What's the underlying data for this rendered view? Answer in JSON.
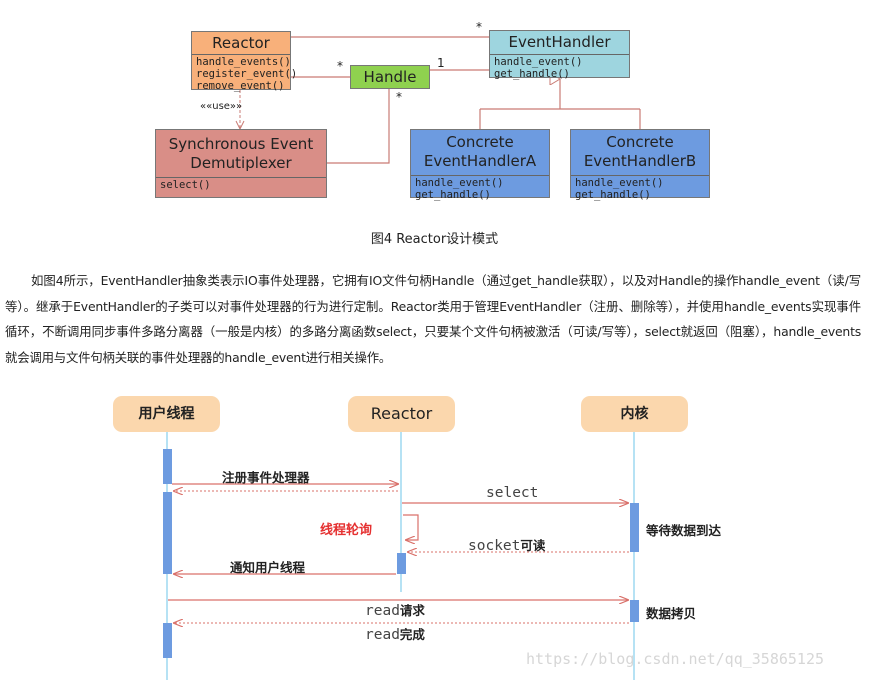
{
  "uml": {
    "reactor": {
      "name": "Reactor",
      "ops": [
        "handle_events()",
        "register_event()",
        "remove_event()"
      ]
    },
    "event_handler": {
      "name": "EventHandler",
      "ops": [
        "handle_event()",
        "get_handle()"
      ]
    },
    "handle": {
      "name": "Handle"
    },
    "demux": {
      "name_line1": "Synchronous Event",
      "name_line2": "Demutiplexer",
      "ops": [
        "select()"
      ]
    },
    "concrete_a": {
      "name_line1": "Concrete",
      "name_line2": "EventHandlerA",
      "ops": [
        "handle_event()",
        "get_handle()"
      ]
    },
    "concrete_b": {
      "name_line1": "Concrete",
      "name_line2": "EventHandlerB",
      "ops": [
        "handle_event()",
        "get_handle()"
      ]
    },
    "multiplicity": {
      "star": "*",
      "one": "1"
    },
    "use_label": "««use»»"
  },
  "caption": "图4  Reactor设计模式",
  "paragraph": "如图4所示，EventHandler抽象类表示IO事件处理器，它拥有IO文件句柄Handle（通过get_handle获取），以及对Handle的操作handle_event（读/写等）。继承于EventHandler的子类可以对事件处理器的行为进行定制。Reactor类用于管理EventHandler（注册、删除等），并使用handle_events实现事件循环，不断调用同步事件多路分离器（一般是内核）的多路分离函数select，只要某个文件句柄被激活（可读/写等），select就返回（阻塞），handle_events就会调用与文件句柄关联的事件处理器的handle_event进行相关操作。",
  "sequence": {
    "actors": {
      "user": "用户线程",
      "reactor": "Reactor",
      "kernel": "内核"
    },
    "messages": {
      "register": "注册事件处理器",
      "select": "select",
      "polling": "线程轮询",
      "wait": "等待数据到达",
      "socket_prefix": "socket",
      "socket_suffix": "可读",
      "notify": "通知用户线程",
      "read_prefix": "read",
      "read_request_suffix": "请求",
      "copy": "数据拷贝",
      "read_done_suffix": "完成"
    }
  },
  "watermark": "https://blog.csdn.net/qq_35865125",
  "colors": {
    "reactor": "#f8b07a",
    "event_handler": "#9ed5df",
    "handle": "#8fd14f",
    "demux": "#d98e87",
    "concrete": "#6d9be0",
    "actor": "#fbd7ad",
    "lifeline": "#8fd3ef",
    "activation": "#6d9be0",
    "arrow": "#d9706a",
    "polling_text": "#e53030"
  }
}
